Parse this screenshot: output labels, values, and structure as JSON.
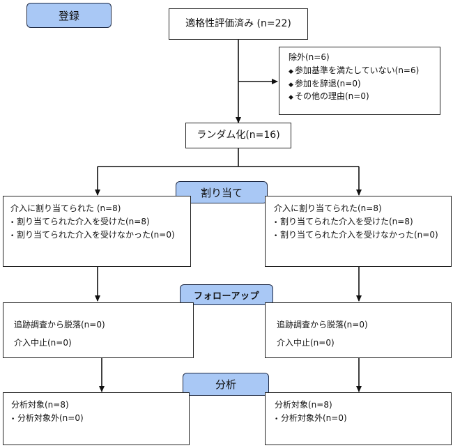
{
  "phases": {
    "enrollment": "登録",
    "allocation": "割り当て",
    "followup": "フォローアップ",
    "analysis": "分析"
  },
  "assessed": "適格性評価済み (n=22)",
  "excluded": {
    "title": "除外(n=6)",
    "items": [
      "参加基準を満たしていない(n=6)",
      "参加を辞退(n=0)",
      "その他の理由(n=0)"
    ]
  },
  "randomized": "ランダム化(n=16)",
  "allocation": {
    "left": [
      "介入に割り当てられた (n=8)",
      "割り当てられた介入を受けた(n=8)",
      "割り当てられた介入を受けなかった(n=0)"
    ],
    "right": [
      "介入に割り当てられた(n=8)",
      "割り当てられた介入を受けた(n=8)",
      "割り当てられた介入を受けなかった(n=0)"
    ]
  },
  "followup": {
    "left": [
      "追跡調査から脱落(n=0)",
      "介入中止(n=0)"
    ],
    "right": [
      "追跡調査から脱落(n=0)",
      "介入中止(n=0)"
    ]
  },
  "analysis": {
    "left": [
      "分析対象(n=8)",
      "分析対象外(n=0)"
    ],
    "right": [
      "分析対象(n=8)",
      "分析対象外(n=0)"
    ]
  }
}
